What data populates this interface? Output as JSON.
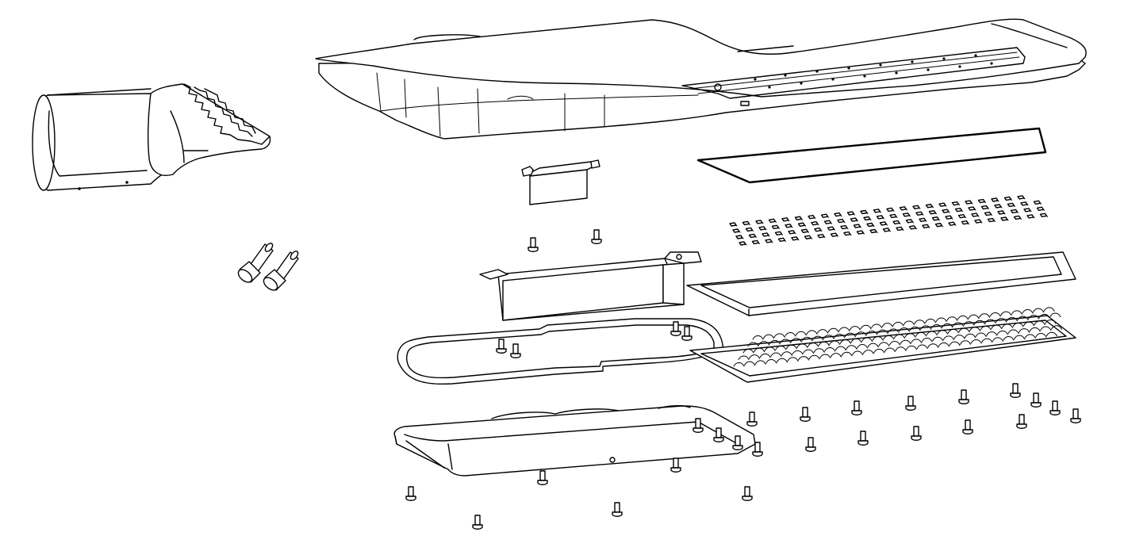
{
  "diagram": {
    "type": "exploded-assembly",
    "line_color": "#000000",
    "background": "#ffffff",
    "parts": [
      {
        "name": "housing-top-cover",
        "icon": "streetlight-housing-icon"
      },
      {
        "name": "pole-mount-adapter",
        "icon": "mount-adapter-icon"
      },
      {
        "name": "mounting-bolts",
        "count": 2,
        "icon": "bolt-icon"
      },
      {
        "name": "terminal-block",
        "icon": "terminal-block-icon"
      },
      {
        "name": "thermal-pad",
        "icon": "thermal-pad-icon"
      },
      {
        "name": "led-chip-array",
        "icon": "led-chip-icon"
      },
      {
        "name": "driver-box",
        "icon": "driver-box-icon"
      },
      {
        "name": "gasket-frame",
        "icon": "gasket-icon"
      },
      {
        "name": "led-lens-gasket",
        "icon": "gasket-icon"
      },
      {
        "name": "lens-array-plate",
        "icon": "lens-array-icon"
      },
      {
        "name": "bottom-cover",
        "icon": "cover-plate-icon"
      },
      {
        "name": "screws",
        "icon": "screw-icon"
      }
    ]
  }
}
